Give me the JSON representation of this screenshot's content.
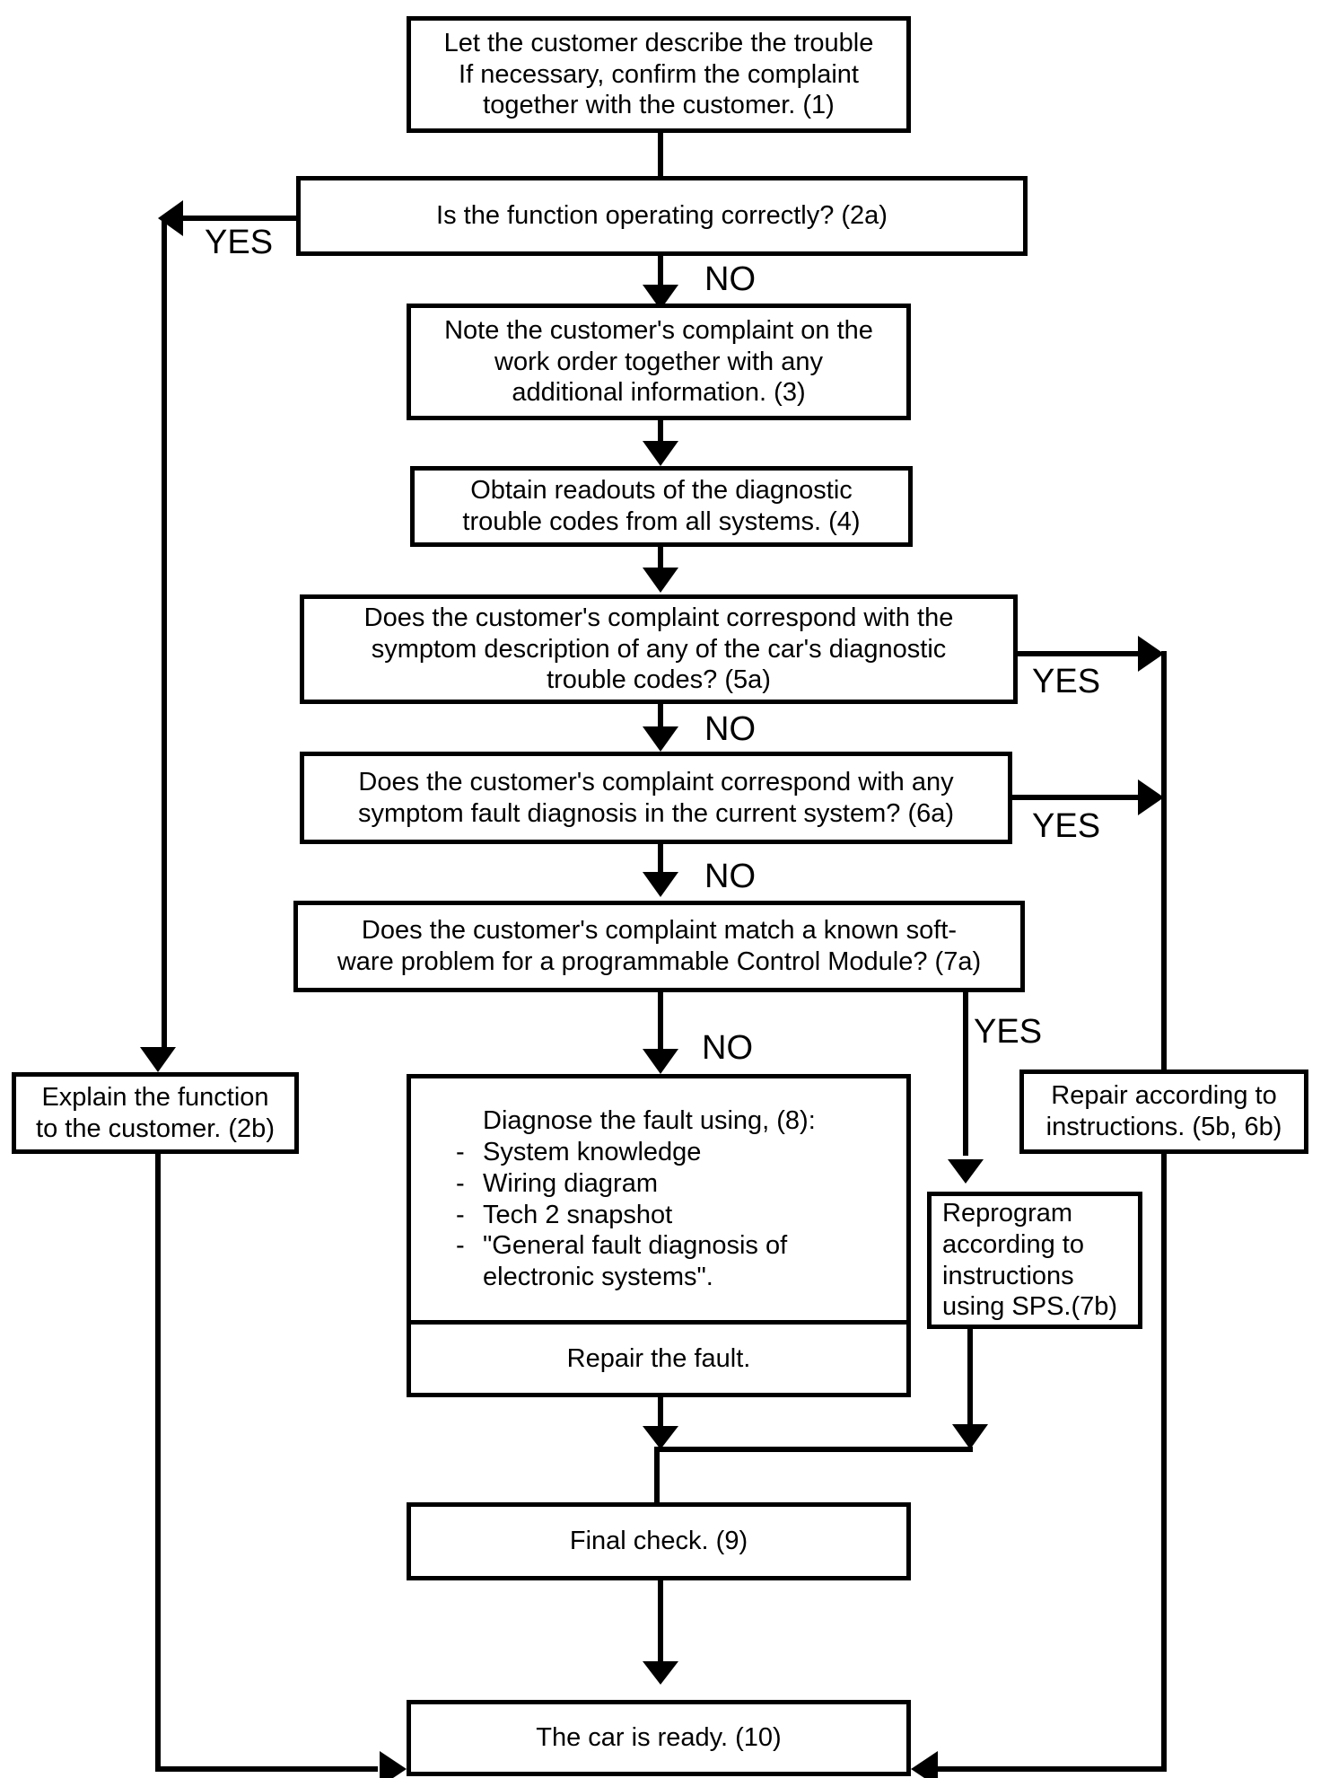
{
  "nodes": {
    "n1": [
      "Let the customer describe the trouble",
      "If necessary, confirm the complaint",
      "together with the customer. (1)"
    ],
    "n2a": [
      "Is the function operating correctly?   (2a)"
    ],
    "n3": [
      "Note the customer's complaint on the",
      "work order together with any",
      "additional information.  (3)"
    ],
    "n4": [
      "Obtain readouts of the diagnostic",
      "trouble codes from all systems. (4)"
    ],
    "n5a": [
      "Does the customer's complaint correspond with the",
      "symptom description of any of the car's diagnostic",
      "trouble codes? (5a)"
    ],
    "n6a": [
      "Does the customer's complaint correspond with any",
      "symptom fault diagnosis in the current system? (6a)"
    ],
    "n7a": [
      "Does the customer's complaint match a known soft-",
      "ware problem for a programmable Control Module? (7a)"
    ],
    "n2b": [
      "Explain the function",
      "to the customer. (2b)"
    ],
    "n8": {
      "heading": "Diagnose the fault using, (8):",
      "items": [
        "System knowledge",
        "Wiring diagram",
        "Tech 2 snapshot",
        "\"General fault diagnosis of"
      ],
      "continuation": "electronic systems\".",
      "repair": "Repair the fault."
    },
    "n5b6b": [
      "Repair according to",
      "instructions. (5b, 6b)"
    ],
    "n7b": [
      "Reprogram",
      "according to",
      "instructions",
      "using SPS.(7b)"
    ],
    "n9": [
      "Final check. (9)"
    ],
    "n10": [
      "The car is ready. (10)"
    ]
  },
  "labels": {
    "yes_2a": "YES",
    "no_2a": "NO",
    "yes_5a": "YES",
    "no_5a": "NO",
    "yes_6a": "YES",
    "no_6a": "NO",
    "yes_7a": "YES",
    "no_7a": "NO"
  }
}
